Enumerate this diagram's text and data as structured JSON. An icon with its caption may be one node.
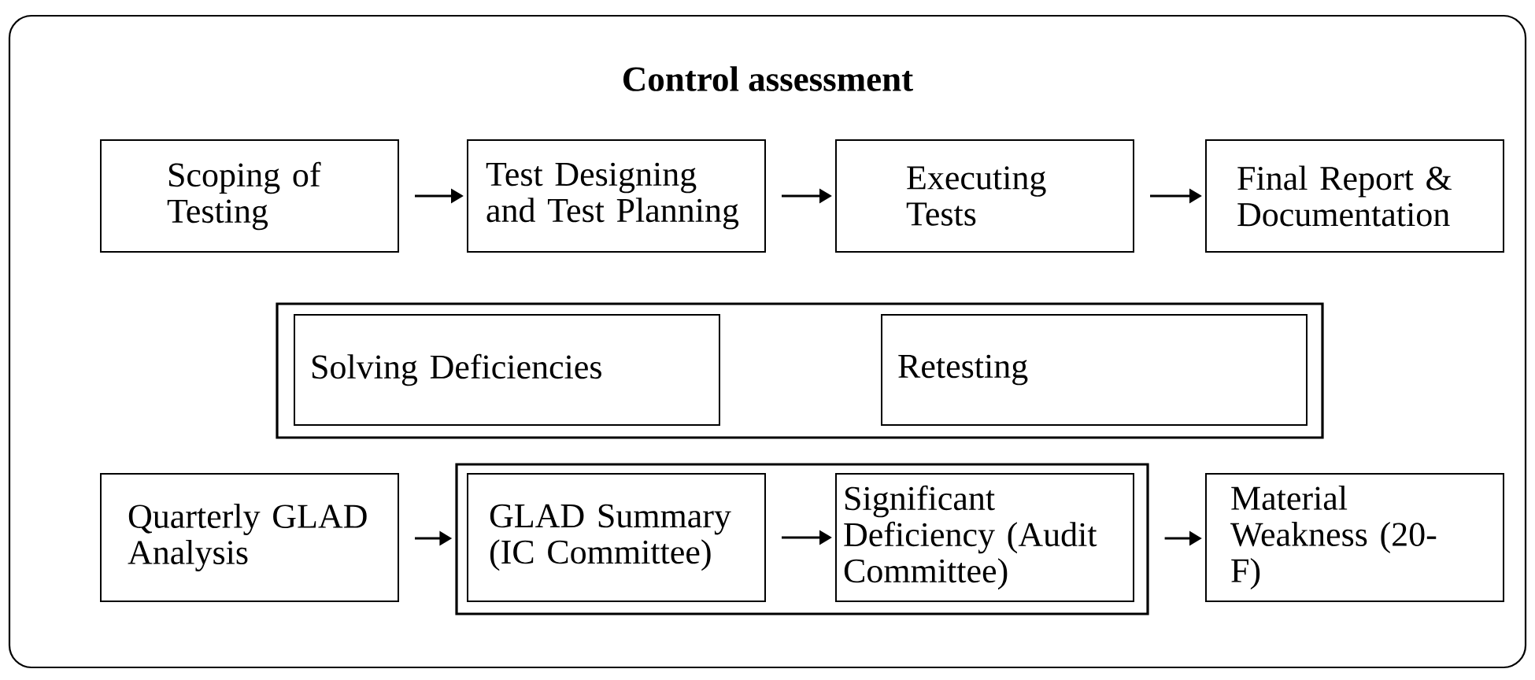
{
  "diagram": {
    "nodes": [
      {
        "text": [
          "Control assessment"
        ]
      },
      {
        "text": [
          "Scoping of Testing"
        ],
        "in": 0
      },
      {
        "text": [
          "Test Designing and Test Planning"
        ],
        "in": 0
      },
      {
        "text": [
          "Executing Tests"
        ],
        "in": 0
      },
      {
        "text": [
          "Final Report & Documentation"
        ],
        "in": 0
      },
      {
        "text": [],
        "shape": "box",
        "in": 0
      },
      {
        "text": [
          "Solving Deficiencies"
        ],
        "in": 5
      },
      {
        "text": [
          "Retesting"
        ],
        "in": 5
      },
      {
        "text": [
          "Quarterly GLAD Analysis"
        ],
        "in": 0
      },
      {
        "text": [],
        "shape": "box",
        "in": 0
      },
      {
        "text": [
          "GLAD Summary (IC Committee)"
        ],
        "in": 9
      },
      {
        "text": [
          "Significant Deficiency (Audit Committee)"
        ],
        "in": 9
      },
      {
        "text": [
          "Material Weakness (20-F)"
        ],
        "in": 0
      }
    ],
    "edges": [
      {
        "from": 1,
        "to": 2,
        "arrow": "to"
      },
      {
        "from": 2,
        "to": 3,
        "arrow": "to"
      },
      {
        "from": 3,
        "to": 4,
        "arrow": "to"
      },
      {
        "from": 8,
        "to": 9,
        "arrow": "to"
      },
      {
        "from": 10,
        "to": 11,
        "arrow": "to"
      },
      {
        "from": 9,
        "to": 12,
        "arrow": "to"
      }
    ]
  }
}
